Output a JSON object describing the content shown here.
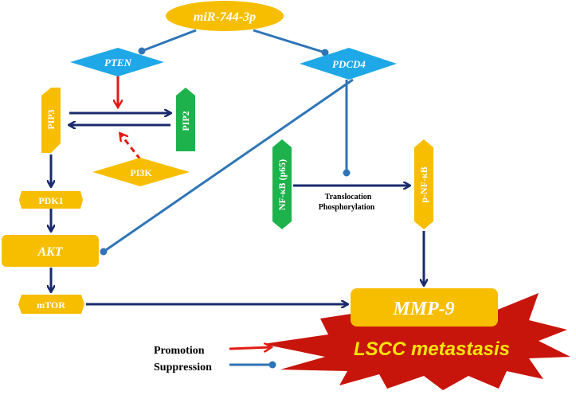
{
  "nodes": {
    "mir": "miR-744-3p",
    "pten": "PTEN",
    "pdcd4": "PDCD4",
    "pip3": "PIP3",
    "pip2": "PIP2",
    "pi3k": "PI3K",
    "pdk1": "PDK1",
    "akt": "AKT",
    "mtor": "mTOR",
    "nfkb": "NF-κB (p65)",
    "pnfkb": "p-NF-κB",
    "mmp9": "MMP-9",
    "lscc": "LSCC metastasis"
  },
  "edge_labels": {
    "translocation": "Translocation",
    "phosphorylation": "Phosphorylation"
  },
  "legend": {
    "promotion": "Promotion",
    "suppression": "Suppression"
  },
  "colors": {
    "yellow": "#f7be00",
    "blue": "#1ea8e8",
    "green": "#1db24b",
    "navy": "#1a2a6c",
    "red": "#e41b13",
    "suppression_line": "#2e75b6",
    "burst": "#c8150c",
    "lscc_text": "#f3e600"
  }
}
